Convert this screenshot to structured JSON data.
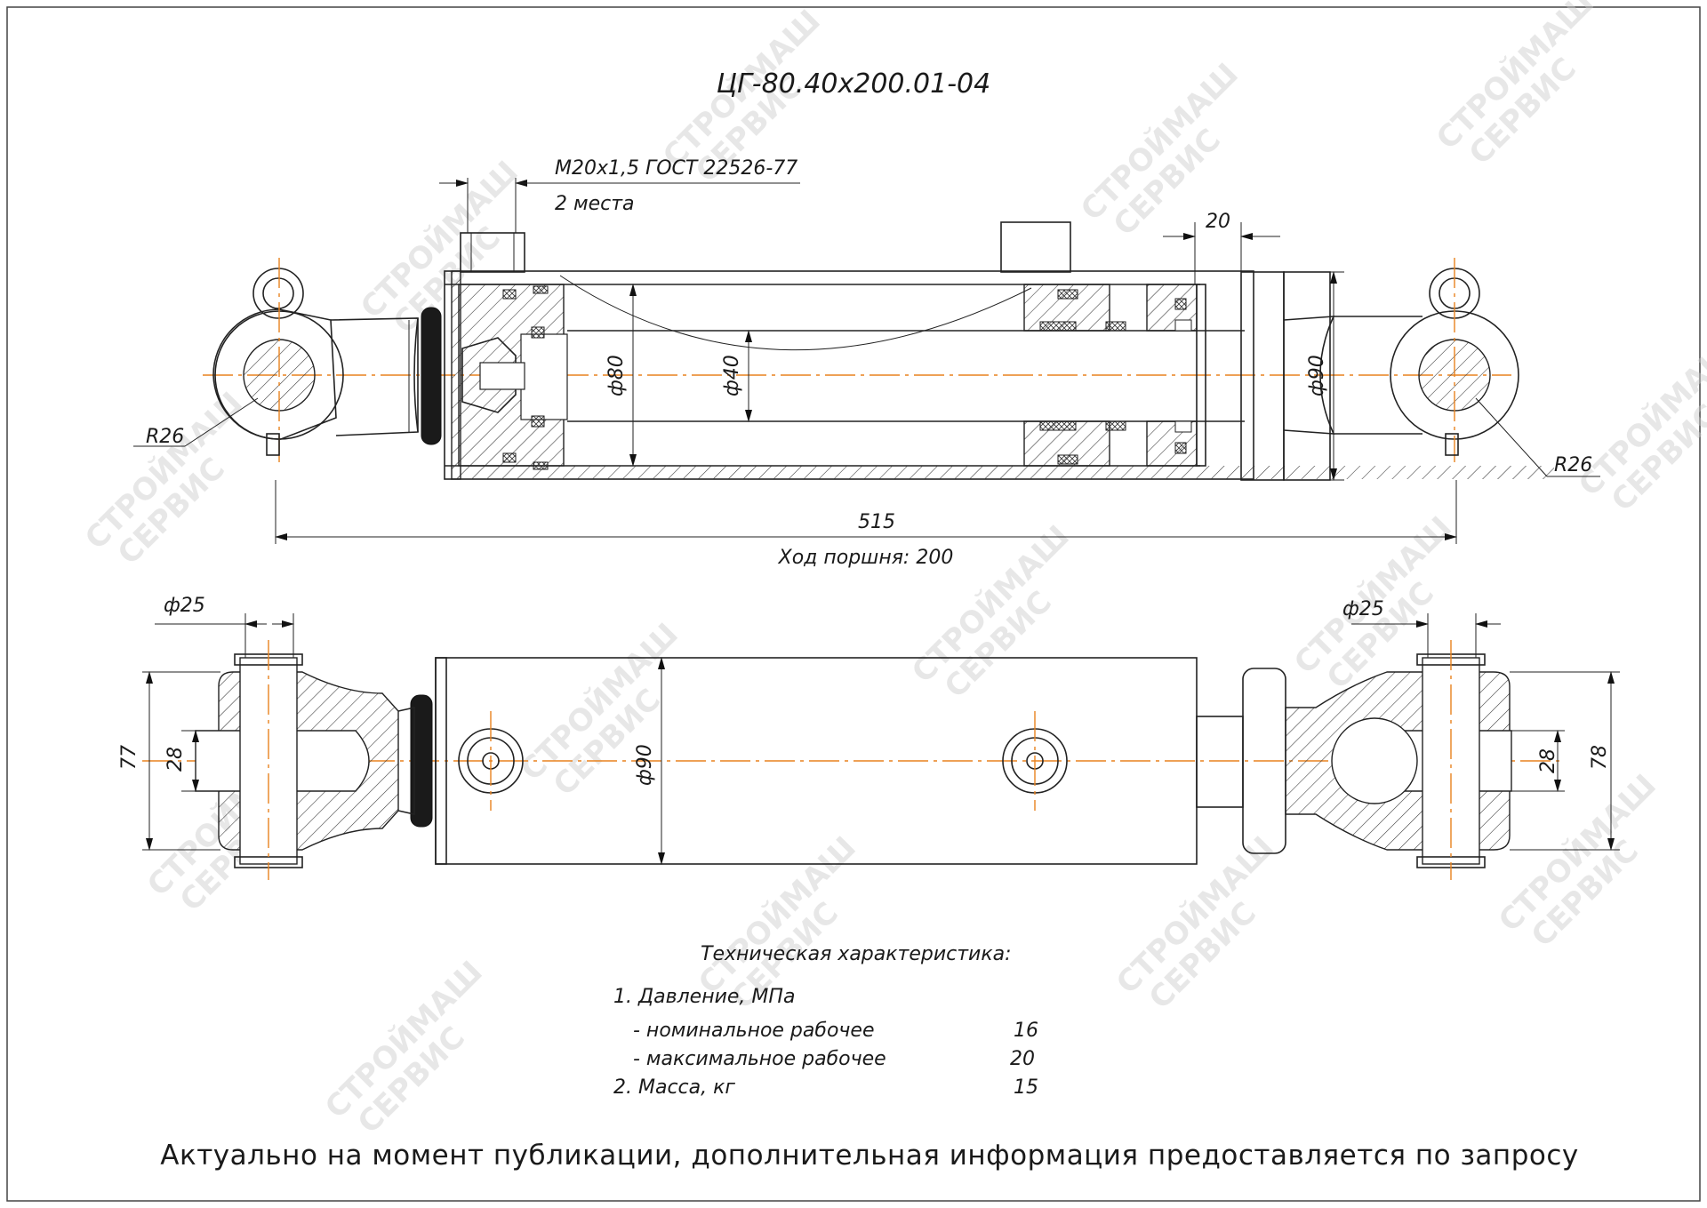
{
  "drawing": {
    "title": "ЦГ-80.40х200.01-04",
    "watermark": "СТРОЙМАШ СЕРВИС",
    "footer": "Актуально на момент публикации, дополнительная информация предоставляется по запросу"
  },
  "top_view": {
    "thread_label": "М20х1,5 ГОСТ 22526-77",
    "thread_count": "2 места",
    "dim_20": "20",
    "dim_bore": "ф80",
    "dim_rod": "ф40",
    "dim_flange": "ф90",
    "radius_left": "R26",
    "radius_right": "R26",
    "overall_length": "515",
    "stroke": "Ход поршня: 200"
  },
  "bottom_view": {
    "pin_left": "ф25",
    "pin_right": "ф25",
    "width_left": "77",
    "width_right": "78",
    "slot_left": "28",
    "slot_right": "28",
    "body_diameter": "ф90"
  },
  "specs": {
    "heading": "Техническая характеристика:",
    "pressure_label": "1. Давление, МПа",
    "nominal_label": "- номинальное рабочее",
    "nominal_value": "16",
    "max_label": "- максимальное рабочее",
    "max_value": "20",
    "mass_label": "2. Масса, кг",
    "mass_value": "15"
  },
  "colors": {
    "axis": "#e8821e",
    "line": "#222222",
    "watermark": "#cccccc"
  }
}
